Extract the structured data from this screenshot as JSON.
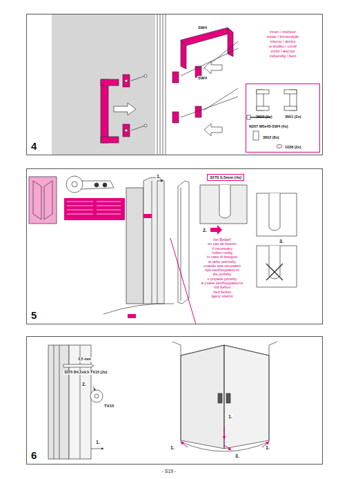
{
  "diagram": {
    "nodes": [
      {
        "text": [
          "4"
        ]
      },
      {
        "text": [
          "5"
        ]
      },
      {
        "text": [
          "6"
        ]
      },
      {
        "text": [
          "3600 (2x)",
          "3601 (2x)",
          "N207 M5x45-SW4 (4x)",
          "3602 (8x)",
          "1038 (2x)"
        ],
        "in": 0
      }
    ],
    "labels": [
      "SW4",
      "SW4",
      "innen / intérieur",
      "inside / binnenzijde",
      "interno / dentro",
      "w środku / uvnitř",
      "vnútri / внутри",
      "indvendig / bent",
      "1.",
      "3270 0,5mm (4x)",
      "2.",
      "bei Bedarf",
      "en cas de besoin",
      "if necessary",
      "indien nodig",
      "in caso di bisogno",
      "w razie potrzeby",
      "cuando sea necesario",
      "при необходимости",
      "die potřeby",
      "v prípade potreby",
      "в слаче необходимости",
      "Vid behov",
      "Ved behov",
      "Igény szerint",
      "3.",
      "3,5 mm",
      "3225 B4,2x9,5-TX15 (2x)",
      "2.",
      "TX15",
      "1.",
      "1.",
      "1.",
      "1.",
      "3.",
      "- S19 -"
    ]
  }
}
